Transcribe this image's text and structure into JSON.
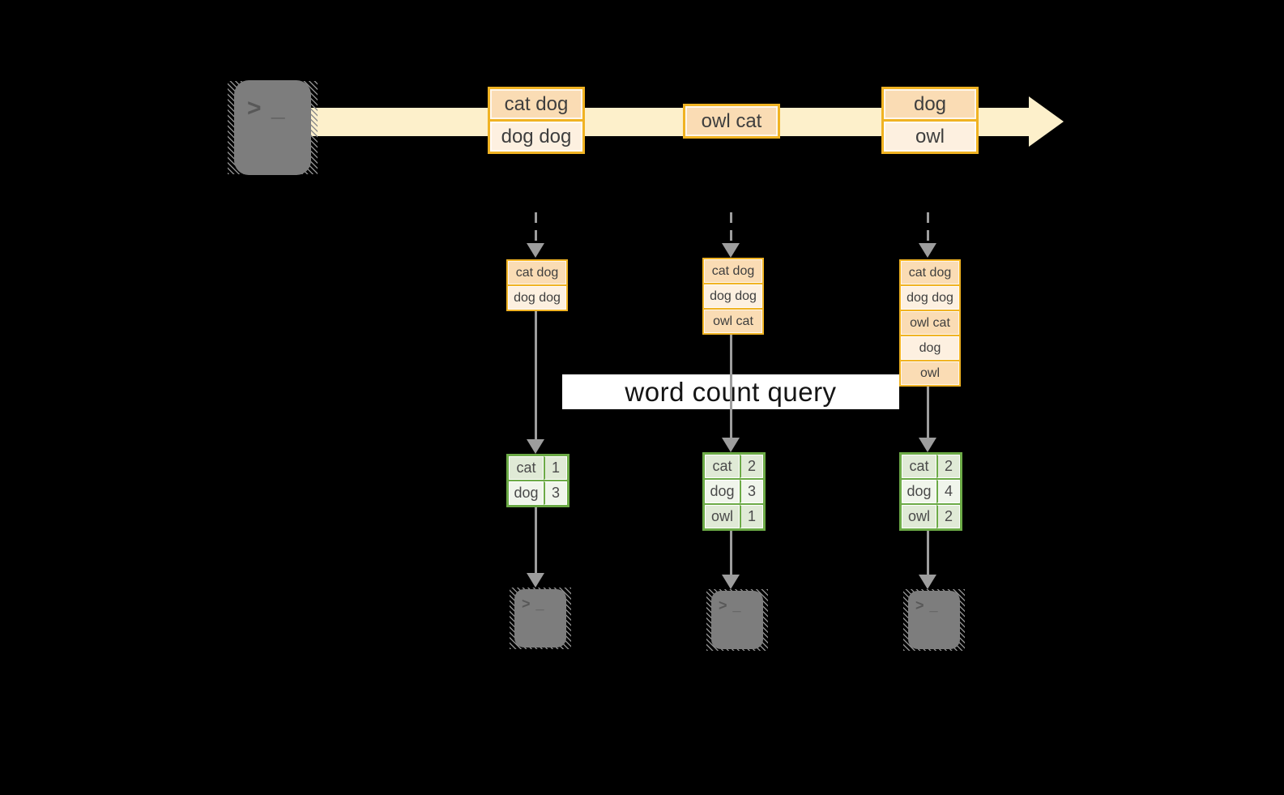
{
  "query_label": "word count query",
  "source": {
    "prompt": "> _"
  },
  "stream": {
    "batches": [
      {
        "rows": [
          "cat dog",
          "dog dog"
        ]
      },
      {
        "rows": [
          "owl cat"
        ]
      },
      {
        "rows": [
          "dog",
          "owl"
        ]
      }
    ]
  },
  "buffers": [
    {
      "rows": [
        "cat dog",
        "dog dog"
      ]
    },
    {
      "rows": [
        "cat dog",
        "dog dog",
        "owl cat"
      ]
    },
    {
      "rows": [
        "cat dog",
        "dog dog",
        "owl cat",
        "dog",
        "owl"
      ]
    }
  ],
  "count_tables": [
    {
      "rows": [
        [
          "cat",
          "1"
        ],
        [
          "dog",
          "3"
        ]
      ]
    },
    {
      "rows": [
        [
          "cat",
          "2"
        ],
        [
          "dog",
          "3"
        ],
        [
          "owl",
          "1"
        ]
      ]
    },
    {
      "rows": [
        [
          "cat",
          "2"
        ],
        [
          "dog",
          "4"
        ],
        [
          "owl",
          "2"
        ]
      ]
    }
  ],
  "sinks": [
    {
      "prompt": "> _"
    },
    {
      "prompt": "> _"
    },
    {
      "prompt": "> _"
    }
  ],
  "colors": {
    "background": "#000000",
    "stream_band": "#fdf0cb",
    "gold_border": "#f0b323",
    "peach_dark": "#fadcb4",
    "peach_light": "#fdf0e0",
    "green_border": "#6caa46",
    "green_cell_dark": "#e0ead6",
    "green_cell_light": "#f0f5eb",
    "arrow_gray": "#9d9d9d",
    "terminal_gray": "#7d7d7d",
    "label_bg": "#ffffff"
  }
}
